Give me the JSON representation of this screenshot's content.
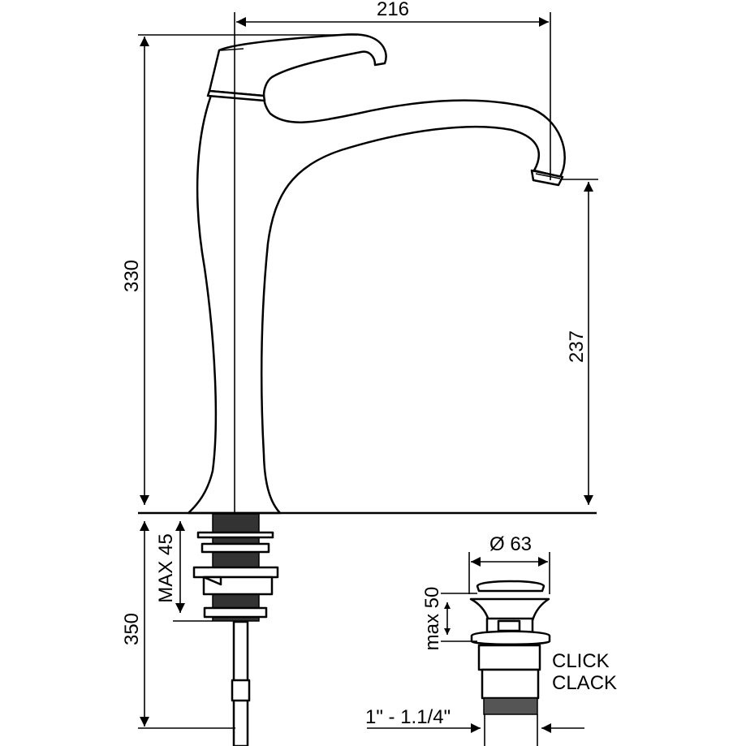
{
  "drawing": {
    "dimensions": {
      "spout_reach": "216",
      "total_height": "330",
      "spout_height": "237",
      "max_thickness": "MAX 45",
      "shank_length": "350",
      "waste_diameter": "Ø 63",
      "waste_max": "max 50",
      "thread_size": "1\" - 1.1/4\""
    },
    "labels": {
      "waste_line1": "CLICK",
      "waste_line2": "CLACK"
    },
    "colors": {
      "line": "#000000",
      "background": "#ffffff"
    }
  }
}
